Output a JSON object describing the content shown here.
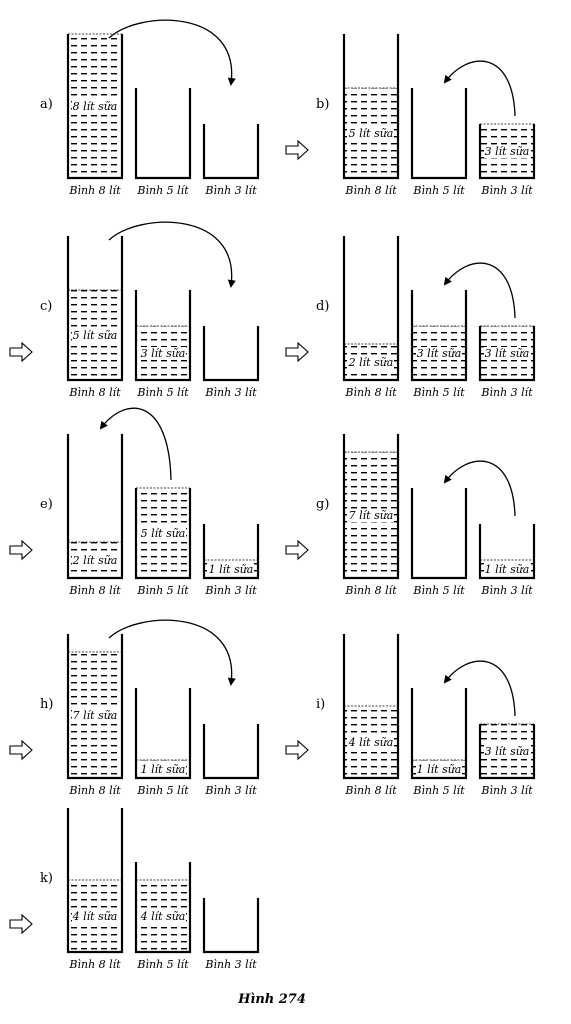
{
  "containers": [
    {
      "name": "Bình 8 lít",
      "capacity": 8
    },
    {
      "name": "Bình 5 lít",
      "capacity": 5
    },
    {
      "name": "Bình 3 lít",
      "capacity": 3
    }
  ],
  "milk_unit": "lít sữa",
  "caption": "Hình 274",
  "steps": [
    {
      "label": "a)",
      "levels": [
        8,
        0,
        0
      ],
      "arrow": {
        "from": 0,
        "to": 2
      },
      "transition": false
    },
    {
      "label": "b)",
      "levels": [
        5,
        0,
        3
      ],
      "arrow": {
        "from": 2,
        "to": 1
      },
      "transition": true
    },
    {
      "label": "c)",
      "levels": [
        5,
        3,
        0
      ],
      "arrow": {
        "from": 0,
        "to": 2
      },
      "transition": true
    },
    {
      "label": "d)",
      "levels": [
        2,
        3,
        3
      ],
      "arrow": {
        "from": 2,
        "to": 1
      },
      "transition": true
    },
    {
      "label": "e)",
      "levels": [
        2,
        5,
        1
      ],
      "arrow": {
        "from": 1,
        "to": 0
      },
      "transition": true
    },
    {
      "label": "g)",
      "levels": [
        7,
        0,
        1
      ],
      "arrow": {
        "from": 2,
        "to": 1
      },
      "transition": true
    },
    {
      "label": "h)",
      "levels": [
        7,
        1,
        0
      ],
      "arrow": {
        "from": 0,
        "to": 2
      },
      "transition": true
    },
    {
      "label": "i)",
      "levels": [
        4,
        1,
        3
      ],
      "arrow": {
        "from": 2,
        "to": 1
      },
      "transition": true
    },
    {
      "label": "k)",
      "levels": [
        4,
        4,
        0
      ],
      "arrow": null,
      "transition": true
    }
  ]
}
